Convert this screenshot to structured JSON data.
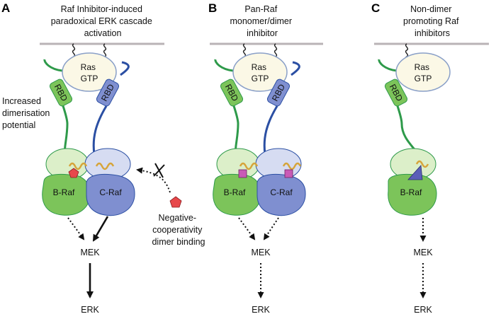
{
  "colors": {
    "membrane": "#b9b3b6",
    "braf_green": "#7cc45a",
    "braf_light": "#dcefc9",
    "craf_blue": "#7f8fd0",
    "craf_light": "#d6dcf2",
    "ras_fill": "#fbf8e6",
    "ras_stroke": "#8aa0c8",
    "linker_green": "#2e9a4a",
    "linker_blue": "#2b4fa3",
    "helix": "#d6a43a",
    "pentagon": "#e7484b",
    "square": "#c95ab6",
    "triangle": "#5b5fb8"
  },
  "panels": [
    {
      "label": "A",
      "title": [
        "Raf Inhibitor-induced",
        "paradoxical ERK cascade",
        "activation"
      ],
      "ras": [
        "Ras",
        "GTP"
      ],
      "rbd_left": "RBD",
      "rbd_right": "RBD",
      "annotation": [
        "Increased",
        "dimerisation",
        "potential"
      ],
      "kinase_left": "B-Raf",
      "kinase_right": "C-Raf",
      "side_note": [
        "Negative-",
        "cooperativity",
        "dimer binding"
      ],
      "mek": "MEK",
      "erk": "ERK"
    },
    {
      "label": "B",
      "title": [
        "Pan-Raf",
        "monomer/dimer",
        "inhibitor"
      ],
      "ras": [
        "Ras",
        "GTP"
      ],
      "rbd_left": "RBD",
      "rbd_right": "RBD",
      "kinase_left": "B-Raf",
      "kinase_right": "C-Raf",
      "mek": "MEK",
      "erk": "ERK"
    },
    {
      "label": "C",
      "title": [
        "Non-dimer",
        "promoting Raf",
        "inhibitors"
      ],
      "ras": [
        "Ras",
        "GTP"
      ],
      "rbd_left": "RBD",
      "kinase_left": "B-Raf",
      "mek": "MEK",
      "erk": "ERK"
    }
  ]
}
